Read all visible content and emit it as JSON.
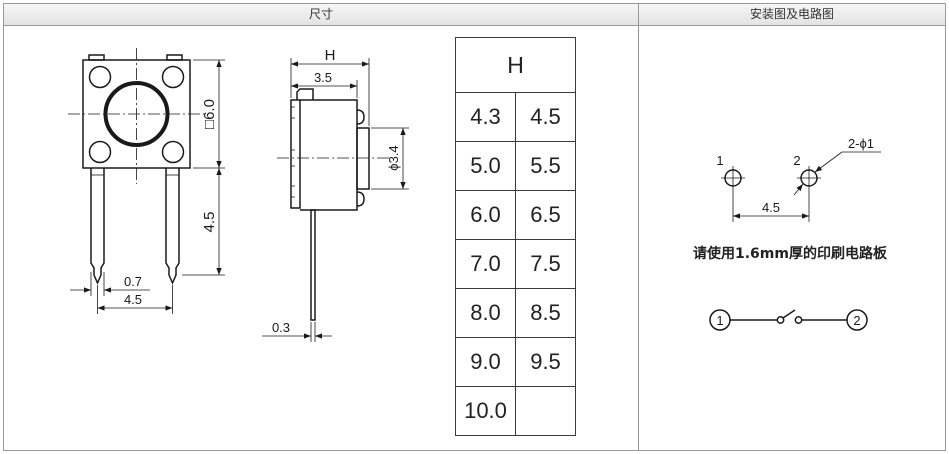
{
  "header": {
    "left_title": "尺寸",
    "right_title": "安装图及电路图"
  },
  "front_view": {
    "body_size": "□6.0",
    "leg_length": "4.5",
    "pin_width": "0.7",
    "pin_pitch": "4.5"
  },
  "side_view": {
    "height": "H",
    "body_depth": "3.5",
    "actuator_diameter": "ϕ3.4",
    "lead_thickness": "0.3"
  },
  "height_table": {
    "header": "H",
    "rows": [
      [
        "4.3",
        "4.5"
      ],
      [
        "5.0",
        "5.5"
      ],
      [
        "6.0",
        "6.5"
      ],
      [
        "7.0",
        "7.5"
      ],
      [
        "8.0",
        "8.5"
      ],
      [
        "9.0",
        "9.5"
      ],
      [
        "10.0",
        ""
      ]
    ]
  },
  "pcb_layout": {
    "hole1_label": "1",
    "hole2_label": "2",
    "hole_spec": "2-ϕ1",
    "hole_pitch": "4.5",
    "note": "请使用1.6mm厚的印刷电路板"
  },
  "circuit": {
    "terminal1": "1",
    "terminal2": "2"
  }
}
